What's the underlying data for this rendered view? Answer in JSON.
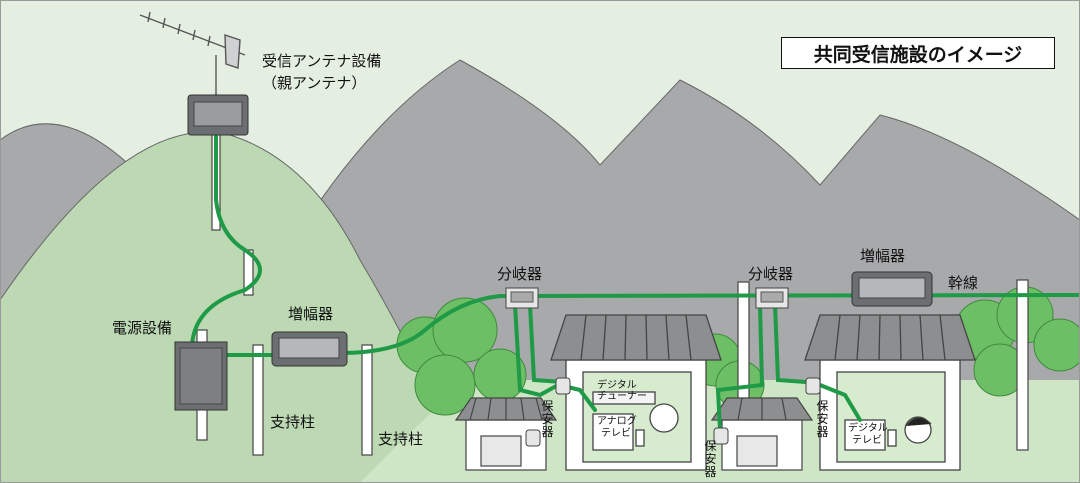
{
  "title": "共同受信施設のイメージ",
  "labels": {
    "antenna_line1": "受信アンテナ設備",
    "antenna_line2": "（親アンテナ）",
    "power": "電源設備",
    "amplifier_left": "増幅器",
    "amplifier_right": "増幅器",
    "support_pole_1": "支持柱",
    "support_pole_2": "支持柱",
    "splitter_1": "分岐器",
    "splitter_2": "分岐器",
    "trunk_line": "幹線",
    "protector_1": "保安器",
    "protector_2": "保安器",
    "protector_3": "保安器",
    "digital_tuner_line1": "デジタル",
    "digital_tuner_line2": "チューナー",
    "analog_tv_line1": "アナログ",
    "analog_tv_line2": "テレビ",
    "digital_tv_line1": "デジタル",
    "digital_tv_line2": "テレビ"
  },
  "colors": {
    "cable": "#1f9a46",
    "mountain": "#a7a9ab",
    "hill": "#bcd9b3",
    "trees": "#6cbf64",
    "sky": "#e4efe1"
  }
}
